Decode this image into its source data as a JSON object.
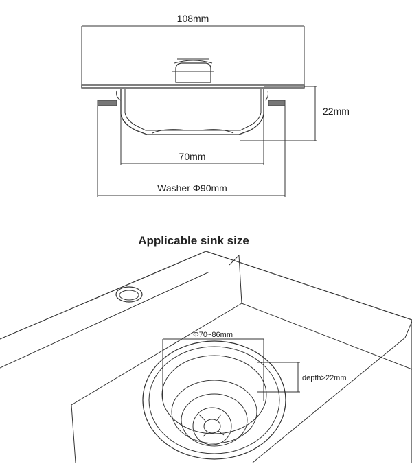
{
  "strainer": {
    "width_label": "108mm",
    "height_label": "22mm",
    "basket_label": "70mm",
    "washer_label": "Washer Φ90mm"
  },
  "sink": {
    "title": "Applicable sink size",
    "diameter_label": "Φ70~86mm",
    "depth_label": "depth>22mm"
  },
  "colors": {
    "line": "#333333",
    "background": "#ffffff"
  }
}
